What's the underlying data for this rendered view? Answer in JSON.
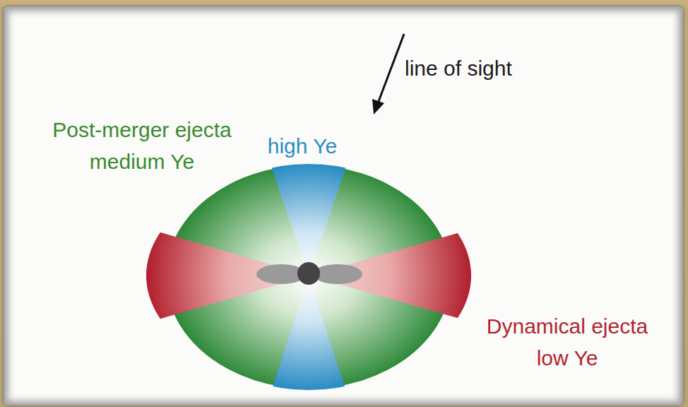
{
  "diagram": {
    "labels": [
      "line of sight",
      "high Ye",
      "Post-merger ejecta medium Ye",
      "Dynamical ejecta low Ye"
    ]
  }
}
